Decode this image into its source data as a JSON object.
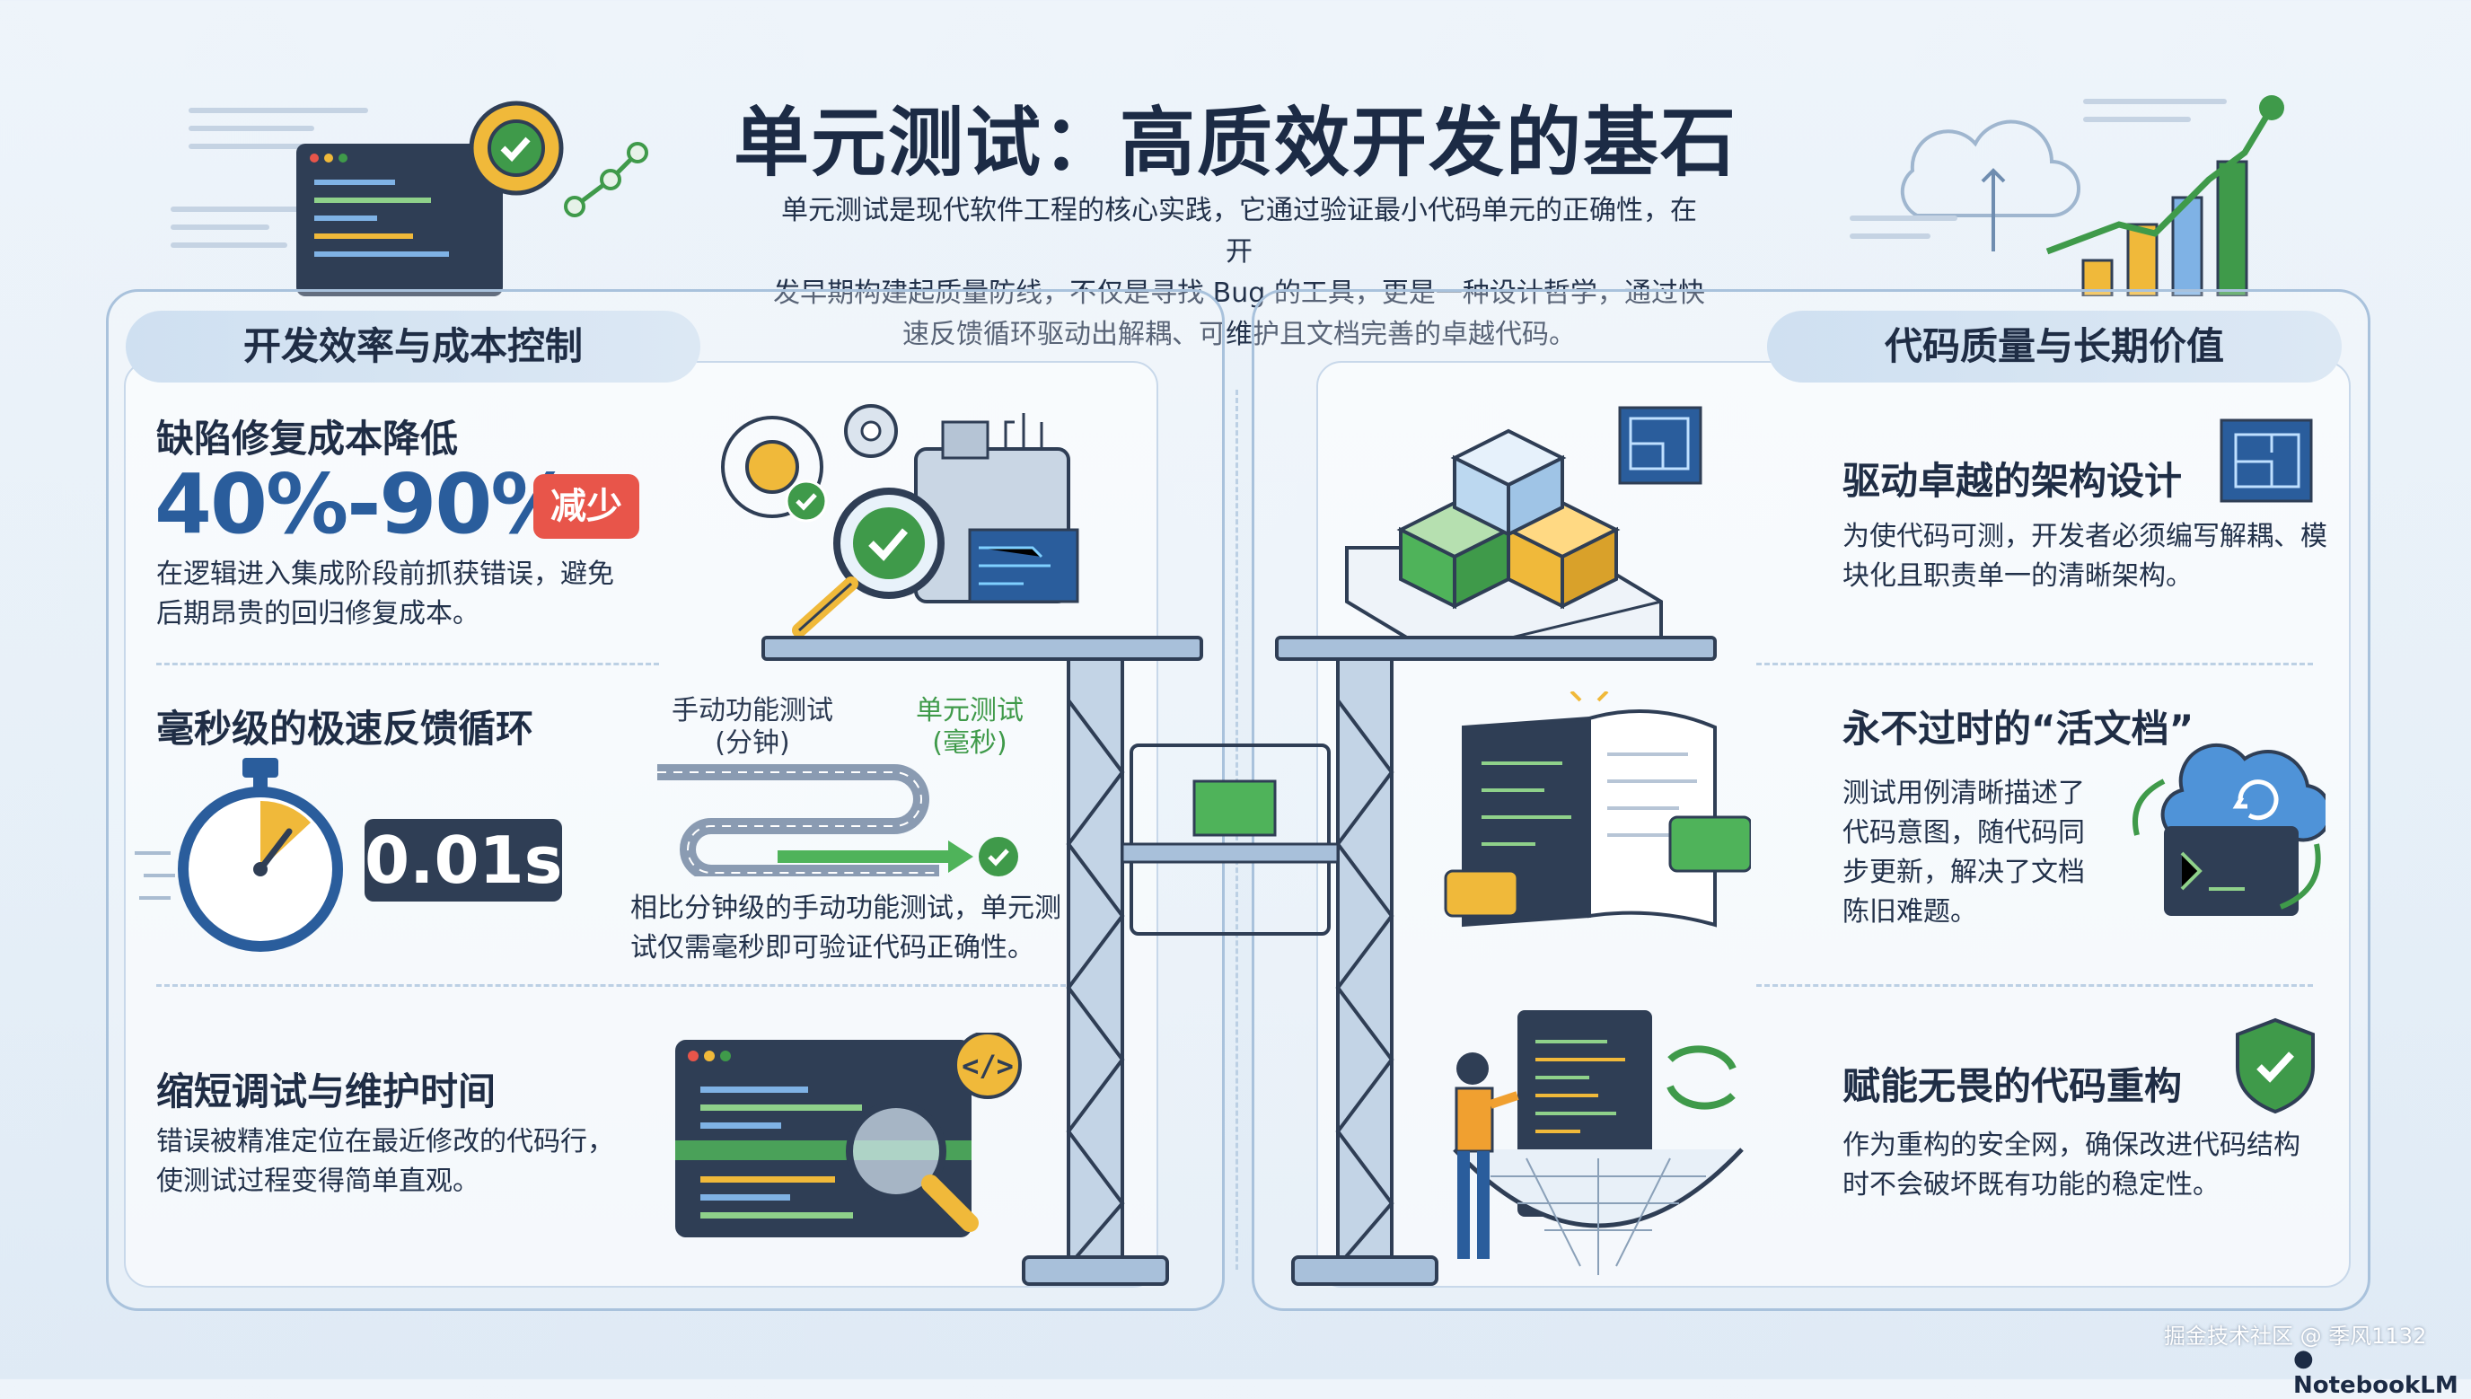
{
  "header": {
    "title": "单元测试：高质效开发的基石",
    "intro_lines": [
      "单元测试是现代软件工程的核心实践，它通过验证最小代码单元的正确性，在开",
      "发早期构建起质量防线，不仅是寻找 Bug 的工具，更是一种设计哲学，通过快",
      "速反馈循环驱动出解耦、可维护且文档完善的卓越代码。"
    ]
  },
  "left": {
    "section_title": "开发效率与成本控制",
    "item1": {
      "title": "缺陷修复成本降低",
      "value": "40%-90%",
      "badge": "减少",
      "desc_lines": [
        "在逻辑进入集成阶段前抓获错误，避免",
        "后期昂贵的回归修复成本。"
      ]
    },
    "item2": {
      "title": "毫秒级的极速反馈循环",
      "timer": "0.01s",
      "manual_label": [
        "手动功能测试",
        "(分钟)"
      ],
      "unit_label": [
        "单元测试",
        "(毫秒)"
      ],
      "desc_lines": [
        "相比分钟级的手动功能测试，单元测",
        "试仅需毫秒即可验证代码正确性。"
      ]
    },
    "item3": {
      "title": "缩短调试与维护时间",
      "desc_lines": [
        "错误被精准定位在最近修改的代码行，",
        "使测试过程变得简单直观。"
      ]
    }
  },
  "right": {
    "section_title": "代码质量与长期价值",
    "item1": {
      "title": "驱动卓越的架构设计",
      "desc_lines": [
        "为使代码可测，开发者必须编写解耦、模",
        "块化且职责单一的清晰架构。"
      ]
    },
    "item2": {
      "title": "永不过时的“活文档”",
      "desc_lines": [
        "测试用例清晰描述了",
        "代码意图，随代码同",
        "步更新，解决了文档",
        "陈旧难题。"
      ]
    },
    "item3": {
      "title": "赋能无畏的代码重构",
      "desc_lines": [
        "作为重构的安全网，确保改进代码结构",
        "时不会破坏既有功能的稳定性。"
      ]
    }
  },
  "footer": {
    "watermark": "掘金技术社区 @ 季风1132",
    "brand": "NotebookLM"
  },
  "colors": {
    "accent_blue": "#2a5d9c",
    "badge_red": "#e8554a",
    "check_green": "#3f9a4a",
    "dark_panel": "#2f3e55"
  }
}
